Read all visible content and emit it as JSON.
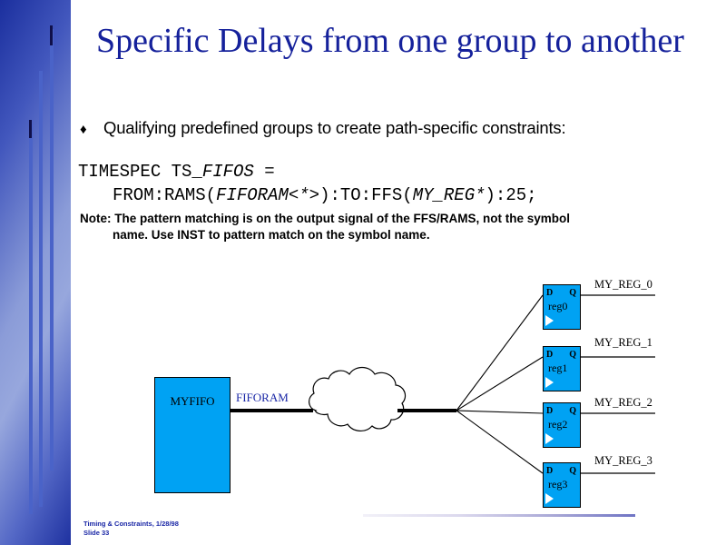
{
  "slide": {
    "title": "Specific Delays from one group to another",
    "bullet_marker": "♦",
    "bullet": "Qualifying predefined groups to create path-specific constraints:",
    "code": {
      "line1_a": "TIMESPEC TS_",
      "line1_b": "FIFOS",
      "line1_c": " =",
      "line2_a": "FROM:RAMS(",
      "line2_b": "FIFORAM<*>",
      "line2_c": "):TO:FFS(",
      "line2_d": "MY_REG*",
      "line2_e": "):25;"
    },
    "note": {
      "line1": "Note: The pattern matching is on the output signal of the FFS/RAMS, not the symbol",
      "line2": "name.  Use INST to pattern  match on the symbol name."
    },
    "footer": {
      "line1": "Timing & Constraints, 1/28/98",
      "line2": "Slide 33"
    }
  },
  "diagram": {
    "fifo_label": "MYFIFO",
    "net_label": "FIFORAM",
    "pin_d": "D",
    "pin_q": "Q",
    "registers": [
      {
        "name": "reg0",
        "output": "MY_REG_0"
      },
      {
        "name": "reg1",
        "output": "MY_REG_1"
      },
      {
        "name": "reg2",
        "output": "MY_REG_2"
      },
      {
        "name": "reg3",
        "output": "MY_REG_3"
      }
    ]
  },
  "colors": {
    "title_blue": "#15219b",
    "block_cyan": "#00a2f3",
    "band_dark": "#1b2f9e",
    "band_light": "#97a7dd"
  }
}
